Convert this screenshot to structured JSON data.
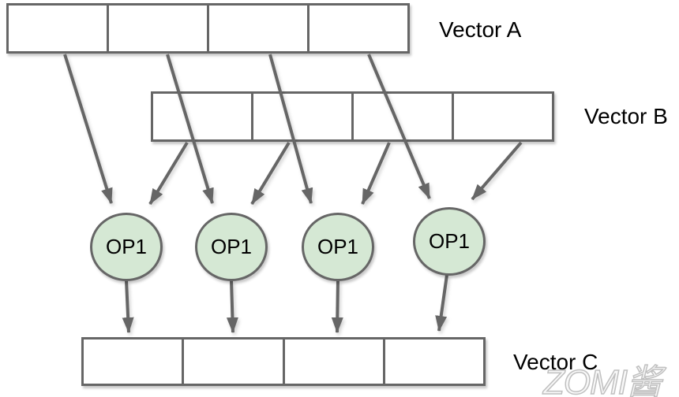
{
  "diagram": {
    "vector_a": {
      "label": "Vector A",
      "cells": 4
    },
    "vector_b": {
      "label": "Vector B",
      "cells": 4
    },
    "vector_c": {
      "label": "Vector C",
      "cells": 4
    },
    "operations": [
      {
        "label": "OP1"
      },
      {
        "label": "OP1"
      },
      {
        "label": "OP1"
      },
      {
        "label": "OP1"
      }
    ],
    "connections": [
      "VectorA.cell1 -> OP1.1",
      "VectorB.cell1 -> OP1.1",
      "OP1.1 -> VectorC.cell1",
      "VectorA.cell2 -> OP1.2",
      "VectorB.cell2 -> OP1.2",
      "OP1.2 -> VectorC.cell2",
      "VectorA.cell3 -> OP1.3",
      "VectorB.cell3 -> OP1.3",
      "OP1.3 -> VectorC.cell3",
      "VectorA.cell4 -> OP1.4",
      "VectorB.cell4 -> OP1.4",
      "OP1.4 -> VectorC.cell4"
    ],
    "watermark": "ZOMI酱",
    "colors": {
      "stroke": "#666666",
      "op_fill": "#d5e8d4",
      "text": "#000000",
      "watermark": "#c0c0c0"
    }
  }
}
